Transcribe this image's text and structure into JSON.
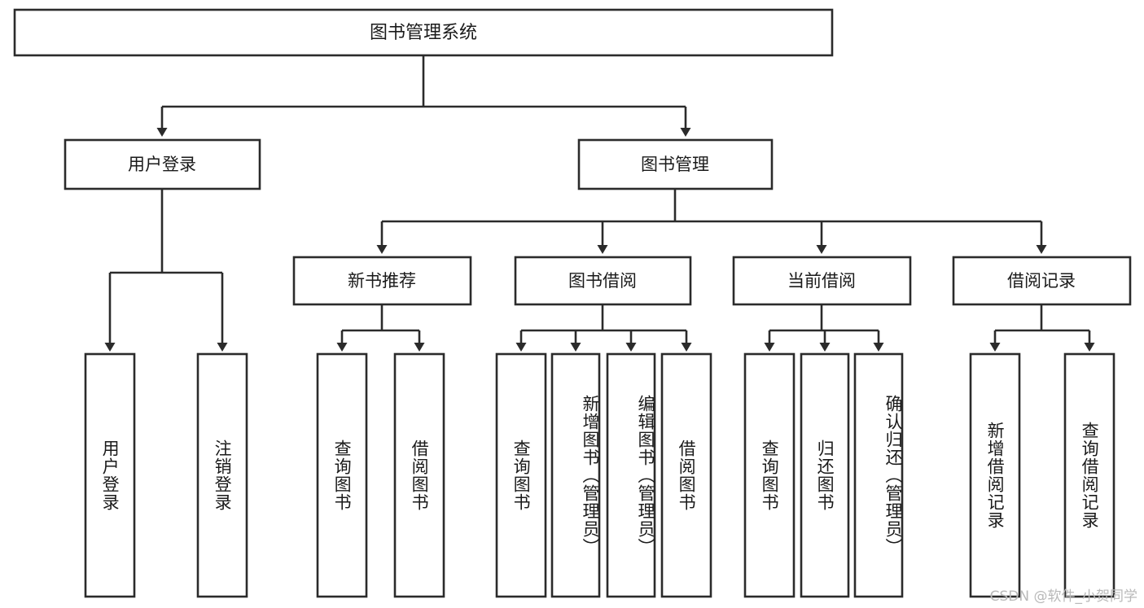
{
  "diagram": {
    "type": "hierarchy-tree",
    "title": "图书管理系统",
    "orientation": "top-down",
    "levels": 4,
    "colors": {
      "stroke": "#2b2b2b",
      "box_fill": "#ffffff",
      "text": "#1a1a1a",
      "background": "#ffffff",
      "watermark": "#b9b9b9"
    }
  },
  "root": {
    "label": "图书管理系统"
  },
  "level2": [
    {
      "id": "user-login",
      "label": "用户登录"
    },
    {
      "id": "book-management",
      "label": "图书管理"
    }
  ],
  "level3": [
    {
      "id": "new-book-recommend",
      "label": "新书推荐",
      "parent": "book-management"
    },
    {
      "id": "book-borrow",
      "label": "图书借阅",
      "parent": "book-management"
    },
    {
      "id": "current-borrow",
      "label": "当前借阅",
      "parent": "book-management"
    },
    {
      "id": "borrow-record",
      "label": "借阅记录",
      "parent": "book-management"
    }
  ],
  "leaves": [
    {
      "id": "leaf-user-login",
      "label": "用户登录",
      "parent": "user-login"
    },
    {
      "id": "leaf-logout-login",
      "label": "注销登录",
      "parent": "user-login"
    },
    {
      "id": "leaf-query-book-1",
      "label": "查询图书",
      "parent": "new-book-recommend"
    },
    {
      "id": "leaf-borrow-book-1",
      "label": "借阅图书",
      "parent": "new-book-recommend"
    },
    {
      "id": "leaf-query-book-2",
      "label": "查询图书",
      "parent": "book-borrow"
    },
    {
      "id": "leaf-add-book",
      "label": "新增图书（管理员）",
      "parent": "book-borrow"
    },
    {
      "id": "leaf-edit-book",
      "label": "编辑图书（管理员）",
      "parent": "book-borrow"
    },
    {
      "id": "leaf-borrow-book-2",
      "label": "借阅图书",
      "parent": "book-borrow"
    },
    {
      "id": "leaf-query-book-3",
      "label": "查询图书",
      "parent": "current-borrow"
    },
    {
      "id": "leaf-return-book",
      "label": "归还图书",
      "parent": "current-borrow"
    },
    {
      "id": "leaf-confirm-return",
      "label": "确认归还（管理员）",
      "parent": "current-borrow"
    },
    {
      "id": "leaf-add-record",
      "label": "新增借阅记录",
      "parent": "borrow-record"
    },
    {
      "id": "leaf-query-record",
      "label": "查询借阅记录",
      "parent": "borrow-record"
    }
  ],
  "watermark": {
    "text": "CSDN @软件_小贺同学"
  }
}
